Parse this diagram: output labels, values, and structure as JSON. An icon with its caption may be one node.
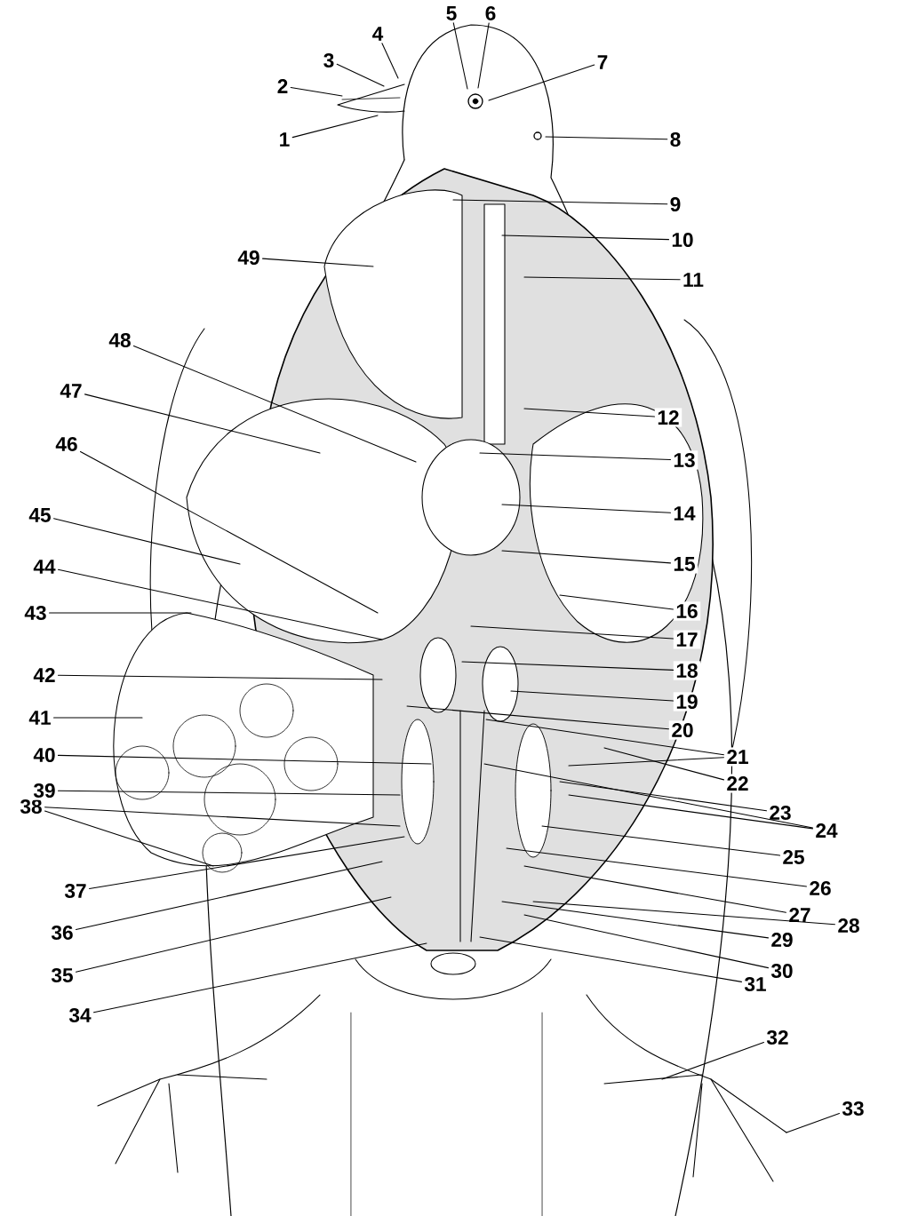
{
  "diagram": {
    "nodes": [
      {
        "text": [
          "1"
        ]
      },
      {
        "text": [
          "2"
        ]
      },
      {
        "text": [
          "3"
        ]
      },
      {
        "text": [
          "4"
        ]
      },
      {
        "text": [
          "5"
        ]
      },
      {
        "text": [
          "6"
        ]
      },
      {
        "text": [
          "7"
        ]
      },
      {
        "text": [
          "8"
        ]
      },
      {
        "text": [
          "9"
        ]
      },
      {
        "text": [
          "10"
        ]
      },
      {
        "text": [
          "11"
        ]
      },
      {
        "text": [
          "12"
        ]
      },
      {
        "text": [
          "13"
        ]
      },
      {
        "text": [
          "14"
        ]
      },
      {
        "text": [
          "15"
        ]
      },
      {
        "text": [
          "16"
        ]
      },
      {
        "text": [
          "17"
        ]
      },
      {
        "text": [
          "18"
        ]
      },
      {
        "text": [
          "19"
        ]
      },
      {
        "text": [
          "20"
        ]
      },
      {
        "text": [
          "21"
        ]
      },
      {
        "text": [
          "22"
        ]
      },
      {
        "text": [
          "23"
        ]
      },
      {
        "text": [
          "24"
        ]
      },
      {
        "text": [
          "25"
        ]
      },
      {
        "text": [
          "26"
        ]
      },
      {
        "text": [
          "27"
        ]
      },
      {
        "text": [
          "28"
        ]
      },
      {
        "text": [
          "29"
        ]
      },
      {
        "text": [
          "30"
        ]
      },
      {
        "text": [
          "31"
        ]
      },
      {
        "text": [
          "32"
        ]
      },
      {
        "text": [
          "33"
        ]
      },
      {
        "text": [
          "34"
        ]
      },
      {
        "text": [
          "35"
        ]
      },
      {
        "text": [
          "36"
        ]
      },
      {
        "text": [
          "37"
        ]
      },
      {
        "text": [
          "38"
        ]
      },
      {
        "text": [
          "39"
        ]
      },
      {
        "text": [
          "40"
        ]
      },
      {
        "text": [
          "41"
        ]
      },
      {
        "text": [
          "42"
        ]
      },
      {
        "text": [
          "43"
        ]
      },
      {
        "text": [
          "44"
        ]
      },
      {
        "text": [
          "45"
        ]
      },
      {
        "text": [
          "46"
        ]
      },
      {
        "text": [
          "47"
        ]
      },
      {
        "text": [
          "48"
        ]
      },
      {
        "text": [
          "49"
        ]
      }
    ],
    "edges": [
      {
        "from": 0,
        "to": null,
        "arrow": "none"
      },
      {
        "from": 1,
        "to": null,
        "arrow": "none"
      },
      {
        "from": 2,
        "to": null,
        "arrow": "none"
      },
      {
        "from": 3,
        "to": null,
        "arrow": "none"
      },
      {
        "from": 4,
        "to": null,
        "arrow": "none"
      },
      {
        "from": 5,
        "to": null,
        "arrow": "none"
      },
      {
        "from": 6,
        "to": null,
        "arrow": "none"
      },
      {
        "from": 7,
        "to": null,
        "arrow": "none"
      },
      {
        "from": 8,
        "to": null,
        "arrow": "none"
      },
      {
        "from": 9,
        "to": null,
        "arrow": "none"
      },
      {
        "from": 10,
        "to": null,
        "arrow": "none"
      },
      {
        "from": 11,
        "to": null,
        "arrow": "none"
      },
      {
        "from": 12,
        "to": null,
        "arrow": "none"
      },
      {
        "from": 13,
        "to": null,
        "arrow": "none"
      },
      {
        "from": 14,
        "to": null,
        "arrow": "none"
      },
      {
        "from": 15,
        "to": null,
        "arrow": "none"
      },
      {
        "from": 16,
        "to": null,
        "arrow": "none"
      },
      {
        "from": 17,
        "to": null,
        "arrow": "none"
      },
      {
        "from": 18,
        "to": null,
        "arrow": "none"
      },
      {
        "from": 19,
        "to": null,
        "arrow": "none"
      },
      {
        "from": 20,
        "to": null,
        "arrow": "none"
      },
      {
        "from": 20,
        "to": null,
        "arrow": "none"
      },
      {
        "from": 21,
        "to": null,
        "arrow": "none"
      },
      {
        "from": 22,
        "to": null,
        "arrow": "none"
      },
      {
        "from": 23,
        "to": null,
        "arrow": "none"
      },
      {
        "from": 23,
        "to": null,
        "arrow": "none"
      },
      {
        "from": 24,
        "to": null,
        "arrow": "none"
      },
      {
        "from": 25,
        "to": null,
        "arrow": "none"
      },
      {
        "from": 26,
        "to": null,
        "arrow": "none"
      },
      {
        "from": 27,
        "to": null,
        "arrow": "none"
      },
      {
        "from": 28,
        "to": null,
        "arrow": "none"
      },
      {
        "from": 29,
        "to": null,
        "arrow": "none"
      },
      {
        "from": 30,
        "to": null,
        "arrow": "none"
      },
      {
        "from": 31,
        "to": null,
        "arrow": "none"
      },
      {
        "from": 32,
        "to": null,
        "arrow": "none"
      },
      {
        "from": 33,
        "to": null,
        "arrow": "none"
      },
      {
        "from": 34,
        "to": null,
        "arrow": "none"
      },
      {
        "from": 35,
        "to": null,
        "arrow": "none"
      },
      {
        "from": 36,
        "to": null,
        "arrow": "none"
      },
      {
        "from": 37,
        "to": null,
        "arrow": "none"
      },
      {
        "from": 37,
        "to": null,
        "arrow": "none"
      },
      {
        "from": 38,
        "to": null,
        "arrow": "none"
      },
      {
        "from": 39,
        "to": null,
        "arrow": "none"
      },
      {
        "from": 40,
        "to": null,
        "arrow": "none"
      },
      {
        "from": 41,
        "to": null,
        "arrow": "none"
      },
      {
        "from": 42,
        "to": null,
        "arrow": "none"
      },
      {
        "from": 43,
        "to": null,
        "arrow": "none"
      },
      {
        "from": 44,
        "to": null,
        "arrow": "none"
      },
      {
        "from": 45,
        "to": null,
        "arrow": "none"
      },
      {
        "from": 46,
        "to": null,
        "arrow": "none"
      },
      {
        "from": 47,
        "to": null,
        "arrow": "none"
      },
      {
        "from": 48,
        "to": null,
        "arrow": "none"
      }
    ]
  }
}
